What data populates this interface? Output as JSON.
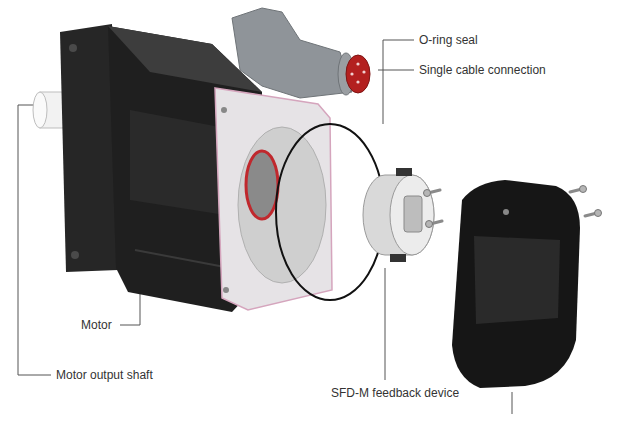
{
  "diagram": {
    "labels": [
      "O-ring seal",
      "Single cable connection",
      "Motor",
      "Motor output shaft",
      "SFD-M feedback device"
    ]
  }
}
